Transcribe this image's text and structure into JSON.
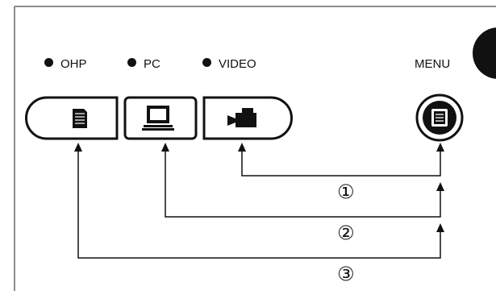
{
  "indicators": [
    {
      "label": "OHP"
    },
    {
      "label": "PC"
    },
    {
      "label": "VIDEO"
    }
  ],
  "menu": {
    "label": "MENU"
  },
  "steps": [
    "①",
    "②",
    "③"
  ],
  "icons": {
    "ohp": "document-icon",
    "pc": "computer-icon",
    "video": "video-camera-icon",
    "menu": "menu-icon"
  },
  "colors": {
    "ink": "#111111",
    "frame": "#666666"
  }
}
